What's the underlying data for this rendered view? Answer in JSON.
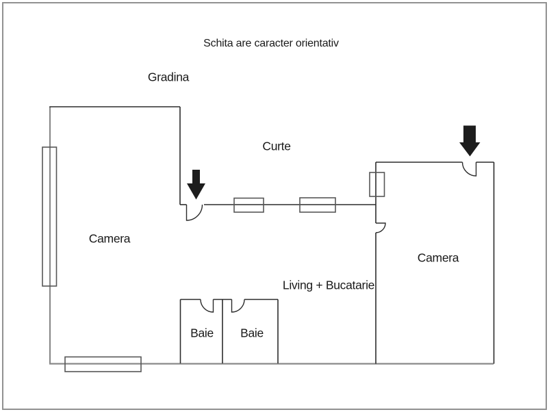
{
  "disclaimer": "Schita are caracter orientativ",
  "labels": {
    "garden": "Gradina",
    "courtyard": "Curte",
    "room_left": "Camera",
    "room_right": "Camera",
    "living_kitchen": "Living + Bucatarie",
    "bath_left": "Baie",
    "bath_right": "Baie"
  },
  "icons": {
    "entrance_left": "arrow-down-icon",
    "entrance_right": "arrow-down-icon"
  },
  "colors": {
    "background": "#ffffff",
    "wall_dark": "#2b2b2b",
    "wall_light": "#8a8a8a",
    "window_stroke": "#565656",
    "text": "#1a1a1a",
    "arrow": "#1d1d1d",
    "page_border": "#919191"
  }
}
